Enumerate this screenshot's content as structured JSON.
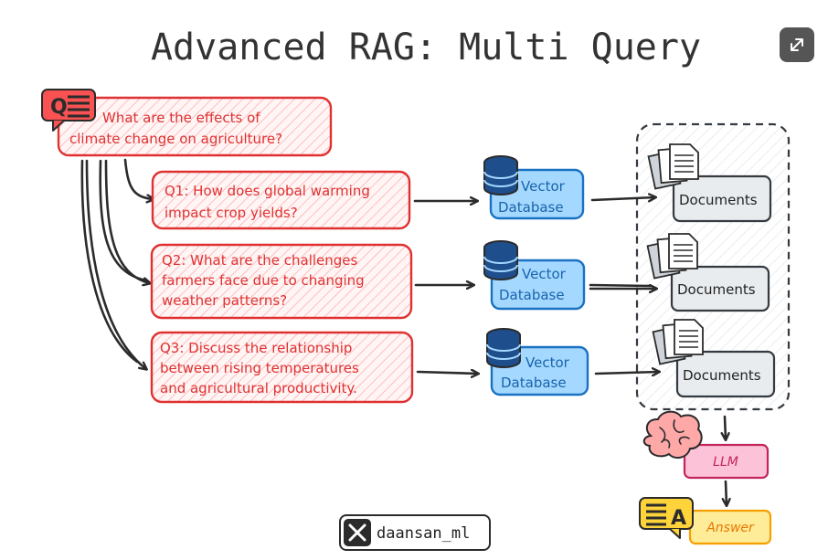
{
  "title": "Advanced RAG: Multi Query",
  "original_query": {
    "lines": [
      "What are the effects of",
      "climate change on agriculture?"
    ]
  },
  "queries": [
    {
      "lines": [
        "Q1: How does global warming",
        "impact crop yields?"
      ]
    },
    {
      "lines": [
        "Q2: What are the challenges",
        "farmers face due to changing",
        "weather patterns?"
      ]
    },
    {
      "lines": [
        "Q3: Discuss the relationship",
        "between rising temperatures",
        "and agricultural productivity."
      ]
    }
  ],
  "vector_db": {
    "lines": [
      "Vector",
      "Database"
    ]
  },
  "documents_label": "Documents",
  "llm_label": "LLM",
  "answer_label": "Answer",
  "handle": "daansan_ml",
  "colors": {
    "query_stroke": "#e03131",
    "query_fill": "#ffc9c9",
    "db_stroke": "#1971c2",
    "db_fill": "#a5d8ff",
    "db_cylinder": "#1e4e8c",
    "doc_fill": "#e9ecef",
    "doc_stroke": "#343a40",
    "llm_stroke": "#c2255c",
    "llm_fill": "#fcc2d7",
    "answer_stroke": "#f59f00",
    "answer_fill": "#ffec99",
    "brain_fill": "#ffa8a8"
  },
  "icons": [
    "expand-icon",
    "question-doc-icon",
    "database-icon",
    "documents-icon",
    "brain-icon",
    "answer-icon",
    "x-logo-icon"
  ]
}
